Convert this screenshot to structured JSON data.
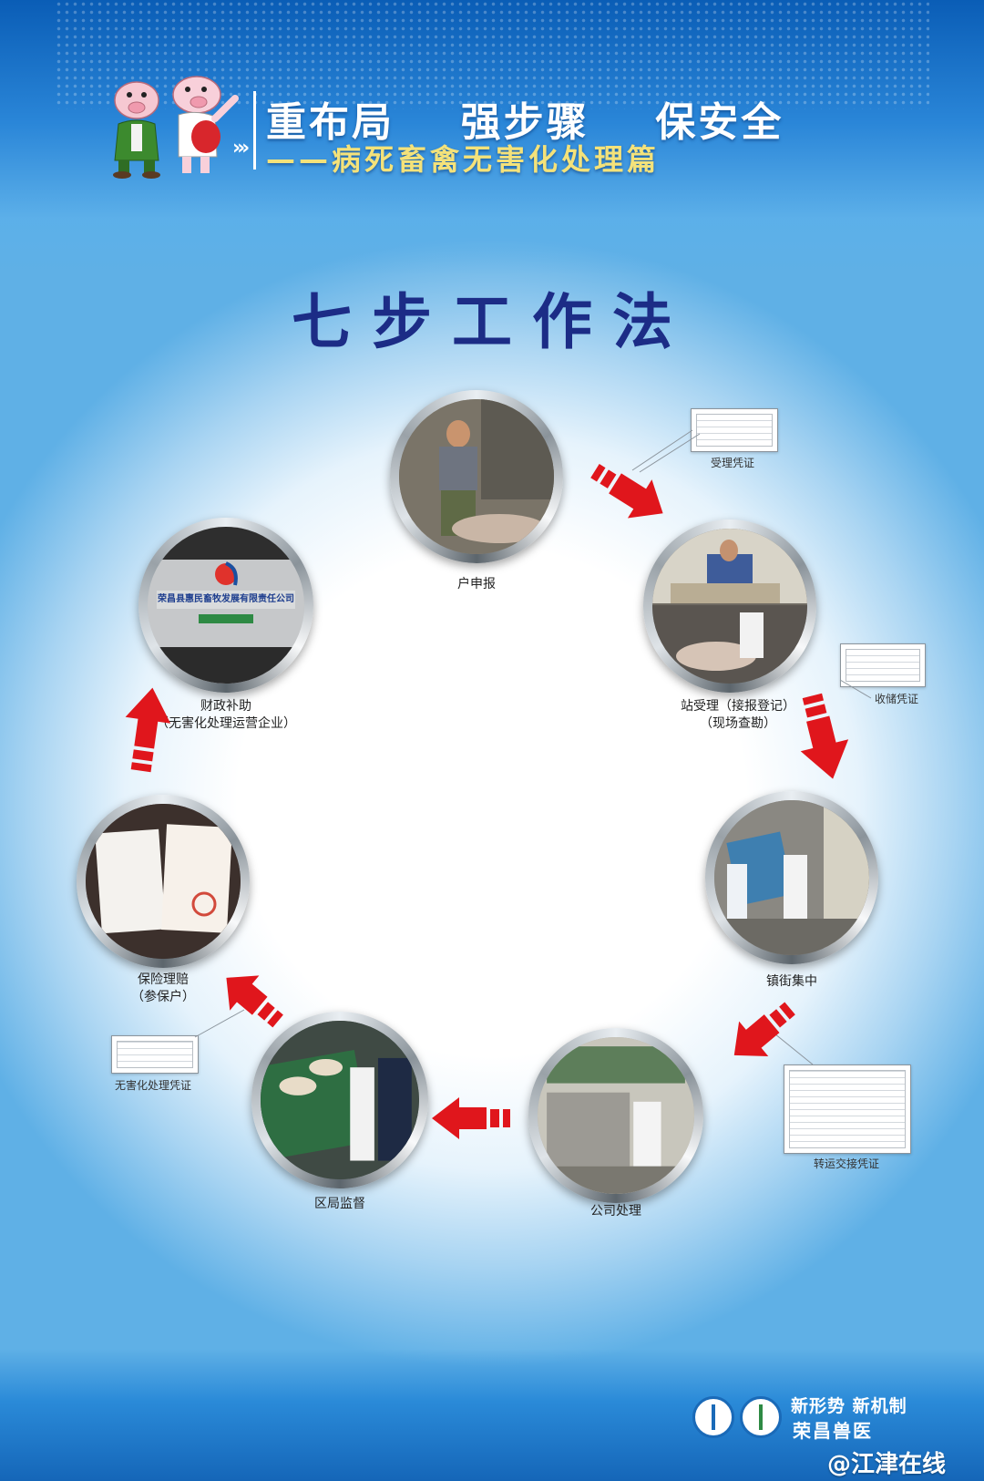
{
  "header": {
    "headline": "重布局  强步骤  保安全",
    "subheadline": "——病死畜禽无害化处理篇"
  },
  "method_title": "七步工作法",
  "steps": [
    {
      "label": "户申报"
    },
    {
      "label_line1": "站受理（接报登记）",
      "label_line2": "（现场查勘）"
    },
    {
      "label": "镇街集中"
    },
    {
      "label": "公司处理"
    },
    {
      "label": "区局监督"
    },
    {
      "label_line1": "保险理赔",
      "label_line2": "（参保户）"
    },
    {
      "label_line1": "财政补助",
      "label_line2": "（无害化处理运营企业）"
    }
  ],
  "documents": {
    "acceptance": "受理凭证",
    "storage": "收储凭证",
    "transfer": "转运交接凭证",
    "harmless": "无害化处理凭证"
  },
  "company_sign": "荣昌县惠民畜牧发展有限责任公司",
  "footer": {
    "slogan": "新形势 新机制",
    "org": "荣昌兽医",
    "watermark": "@江津在线"
  },
  "colors": {
    "title_blue": "#1c2c86",
    "subtitle_yellow": "#f4e27a",
    "arrow_red": "#e0161c"
  }
}
